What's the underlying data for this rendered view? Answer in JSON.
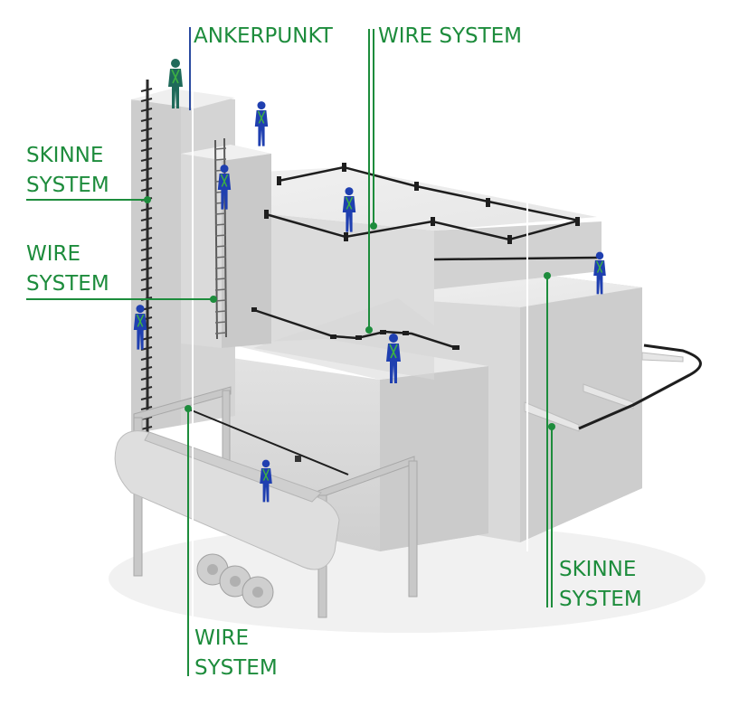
{
  "diagram": {
    "subject": "Fall protection systems on an industrial building with tanker truck loading bay",
    "accent_color": "#1d8c3c",
    "worker_color": "#1f3fb0",
    "harness_color": "#3cb043",
    "building_color": "#d9d9d9"
  },
  "labels": {
    "ankerpunkt": {
      "lines": [
        "ANKERPUNKT"
      ]
    },
    "wire_top": {
      "lines": [
        "WIRE SYSTEM"
      ]
    },
    "skinne_left": {
      "lines": [
        "SKINNE",
        "SYSTEM"
      ]
    },
    "wire_left": {
      "lines": [
        "WIRE",
        "SYSTEM"
      ]
    },
    "skinne_right": {
      "lines": [
        "SKINNE",
        "SYSTEM"
      ]
    },
    "wire_bottom": {
      "lines": [
        "WIRE",
        "SYSTEM"
      ]
    }
  }
}
